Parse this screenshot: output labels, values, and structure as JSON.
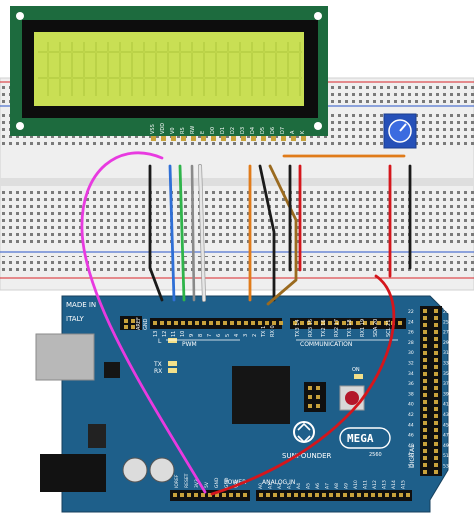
{
  "lcd": {
    "pin_labels": [
      "VSS",
      "VDD",
      "V0",
      "RS",
      "RW",
      "E",
      "D0",
      "D1",
      "D2",
      "D3",
      "D4",
      "D5",
      "D6",
      "D7",
      "A",
      "K"
    ],
    "screen_color": "#c9df54",
    "bezel_color": "#1d6b3e"
  },
  "breadboard": {
    "color": "#efefef",
    "rail_red": "#d9242a",
    "rail_blue": "#2a55c8"
  },
  "arduino": {
    "board_color": "#1e5f8a",
    "made_in": "MADE IN",
    "country": "ITALY",
    "aref": "AREF",
    "gnd": "GND",
    "digital_top": [
      "13",
      "12",
      "11",
      "10",
      "9",
      "8",
      "7",
      "6",
      "5",
      "4",
      "3",
      "2",
      "TX 1",
      "RX 0"
    ],
    "serial_labels": [
      "TX3 14",
      "RX3 15",
      "TX2 16",
      "RX2 17",
      "TX1 18",
      "RX1 19",
      "SDA 20",
      "SCL 21"
    ],
    "pwm": "PWM",
    "communication": "COMMUNICATION",
    "led_l": "L",
    "led_tx": "TX",
    "led_rx": "RX",
    "on": "ON",
    "brand": "SUNFOUNDER",
    "model": "MEGA",
    "model_sub": "2560",
    "power": "POWER",
    "analog_in": "ANALOG IN",
    "digital": "DIGITAL",
    "power_pins": [
      "IOREF",
      "RESET",
      "3V3",
      "5V",
      "GND",
      "GND",
      "VIN"
    ],
    "analog_pins": [
      "A0",
      "A1",
      "A2",
      "A3",
      "A4",
      "A5",
      "A6",
      "A7",
      "A8",
      "A9",
      "A10",
      "A11",
      "A12",
      "A13",
      "A14",
      "A15"
    ],
    "right_header_left": [
      "22",
      "24",
      "26",
      "28",
      "30",
      "32",
      "34",
      "36",
      "38",
      "40",
      "42",
      "44",
      "46",
      "48",
      "50",
      "52"
    ],
    "right_header_right": [
      "23",
      "25",
      "27",
      "29",
      "31",
      "33",
      "35",
      "37",
      "39",
      "41",
      "43",
      "45",
      "47",
      "49",
      "51",
      "53"
    ]
  },
  "wires": {
    "colors": {
      "black": "#1a1a1a",
      "blue": "#2f6fd6",
      "green": "#2fb44a",
      "white": "#e6e6e6",
      "orange": "#e07b1a",
      "brown": "#9a6a1f",
      "red": "#d4161c",
      "magenta": "#e83ae0",
      "gray": "#8a8a8a"
    }
  }
}
